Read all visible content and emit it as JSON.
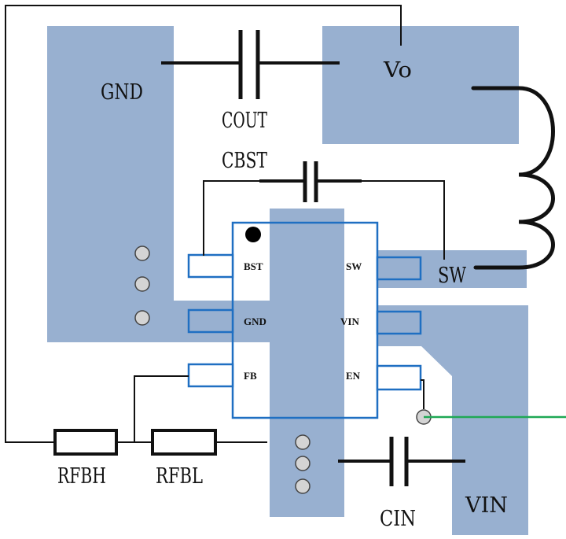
{
  "labels": {
    "gnd_pour": "GND",
    "vo": "Vo",
    "cout": "COUT",
    "cbst": "CBST",
    "sw": "SW",
    "vin": "VIN",
    "cin": "CIN",
    "rfbh": "RFBH",
    "rfbl": "RFBL"
  },
  "pins": {
    "left": [
      "BST",
      "GND",
      "FB"
    ],
    "right": [
      "SW",
      "VIN",
      "EN"
    ]
  },
  "colors": {
    "copper": "#98b0d0",
    "package_outline": "#1f6fc2",
    "wire": "#111111",
    "via_fill": "#d4d4d4",
    "via_stroke": "#444444",
    "en_trace": "#1fa855"
  }
}
